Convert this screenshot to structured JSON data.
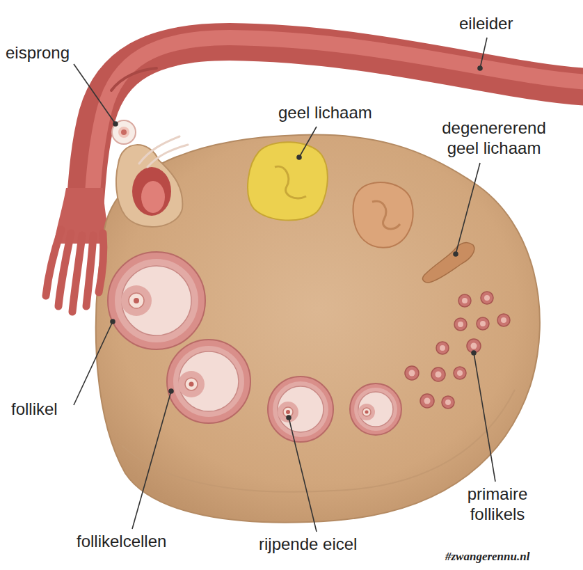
{
  "diagram": {
    "labels": [
      "eileider",
      "eisprong",
      "geel lichaam",
      "degenererend geel lichaam",
      "follikel",
      "follikelcellen",
      "rijpende eicel",
      "primaire follikels",
      "#zwangerennu.nl"
    ]
  }
}
